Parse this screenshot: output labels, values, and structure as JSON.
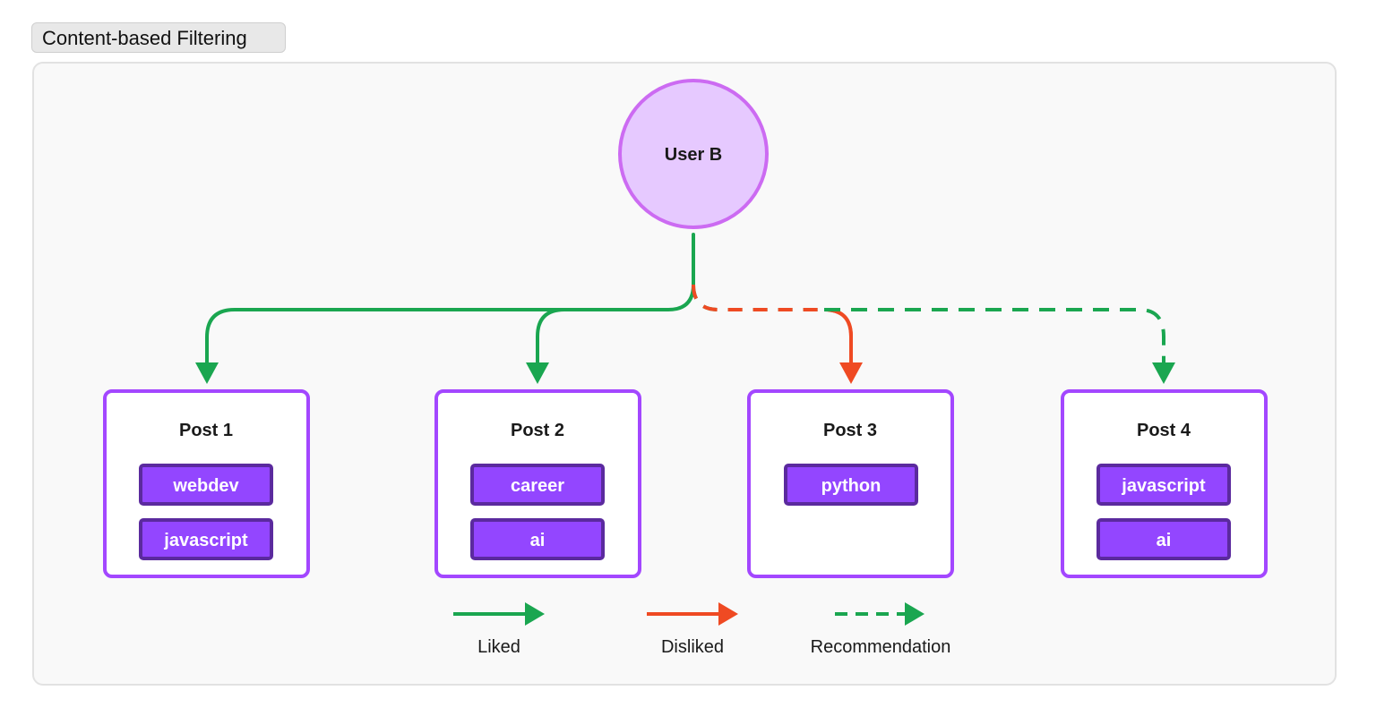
{
  "header": {
    "title": "Content-based Filtering"
  },
  "user": {
    "label": "User B"
  },
  "posts": [
    {
      "label": "Post 1",
      "tags": [
        "webdev",
        "javascript"
      ],
      "relation": "liked"
    },
    {
      "label": "Post 2",
      "tags": [
        "career",
        "ai"
      ],
      "relation": "liked"
    },
    {
      "label": "Post 3",
      "tags": [
        "python"
      ],
      "relation": "disliked"
    },
    {
      "label": "Post 4",
      "tags": [
        "javascript",
        "ai"
      ],
      "relation": "recommendation"
    }
  ],
  "legend": {
    "liked": "Liked",
    "disliked": "Disliked",
    "recommendation": "Recommendation"
  },
  "colors": {
    "liked": "#1aa650",
    "disliked": "#ef4a23",
    "node_border": "#a347ff",
    "user_fill": "#e6c9ff",
    "user_border": "#cc6bf2",
    "tag_fill": "#9346ff",
    "tag_border": "#5b2a9e"
  }
}
